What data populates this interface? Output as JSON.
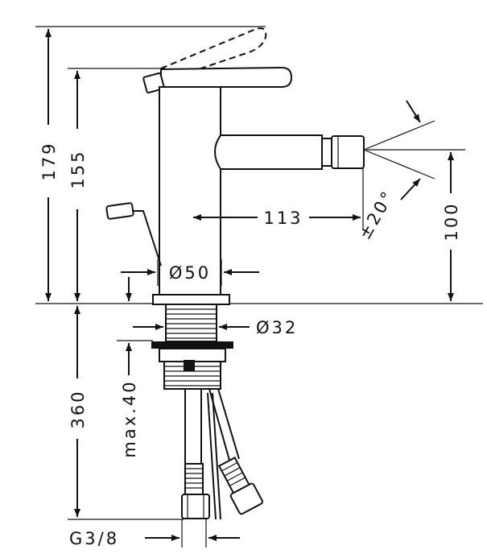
{
  "dimensions": {
    "overall_height": "179",
    "spout_height": "155",
    "projection": "113",
    "swivel_angle": "±20°",
    "outlet_height": "100",
    "body_diameter": "Ø50",
    "shank_diameter": "Ø32",
    "max_thickness": "max.40",
    "hose_length": "360",
    "connection_thread": "G3/8"
  }
}
